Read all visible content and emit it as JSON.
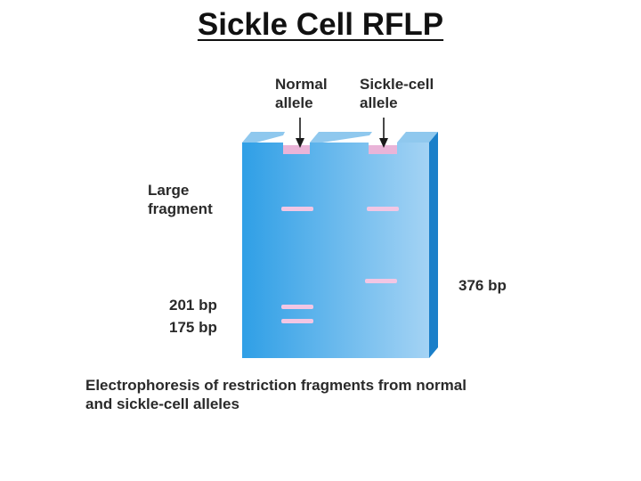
{
  "title": "Sickle Cell RFLP",
  "lanes": [
    {
      "label_line1": "Normal",
      "label_line2": "allele"
    },
    {
      "label_line1": "Sickle-cell",
      "label_line2": "allele"
    }
  ],
  "band_labels": {
    "large_line1": "Large",
    "large_line2": "fragment",
    "bp_201": "201 bp",
    "bp_175": "175 bp",
    "bp_376": "376 bp"
  },
  "caption_line1": "Electrophoresis of restriction fragments from normal",
  "caption_line2": "and sickle-cell alleles",
  "colors": {
    "gel_front_left": "#2f9fe6",
    "gel_front_right": "#9fd0f3",
    "gel_top": "#8fc8ee",
    "gel_side": "#1a7fc9",
    "well": "#e9b4d8",
    "band": "#f2c6e4"
  }
}
